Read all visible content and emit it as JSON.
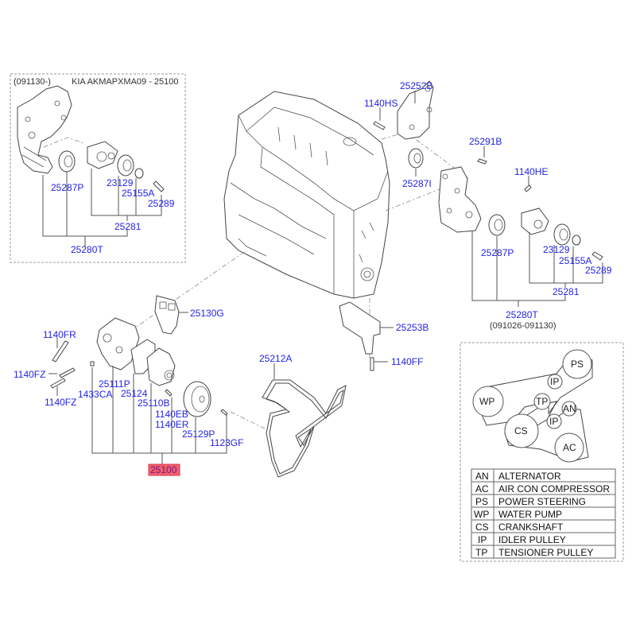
{
  "inset_top_left": {
    "date_note": "(091130-)",
    "model_note": "KIA AKMAPXMA09 - 25100",
    "labels": {
      "p25287P": "25287P",
      "p23129": "23129",
      "p25155A": "25155A",
      "p25289": "25289",
      "p25281": "25281",
      "p25280T": "25280T"
    }
  },
  "upper_right": {
    "labels": {
      "p25252B": "25252B",
      "p1140HS": "1140HS",
      "p25291B": "25291B",
      "p25287I": "25287I",
      "p1140HE": "1140HE",
      "p25287P": "25287P",
      "p23129": "23129",
      "p25155A": "25155A",
      "p25289": "25289",
      "p25281": "25281",
      "p25280T": "25280T"
    },
    "date_note": "(091026-091130)"
  },
  "bracket_group": {
    "p25253B": "25253B",
    "p1140FF": "1140FF"
  },
  "water_pump_group": {
    "p25130G": "25130G",
    "p1140FR": "1140FR",
    "p1140FZ_a": "1140FZ",
    "p1140FZ_b": "1140FZ",
    "p1433CA": "1433CA",
    "p25111P": "25111P",
    "p25124": "25124",
    "p25110B": "25110B",
    "p1140EB": "1140EB",
    "p1140ER": "1140ER",
    "p25129P": "25129P",
    "p1123GF": "1123GF",
    "assembly": "25100"
  },
  "belt": {
    "p25212A": "25212A"
  },
  "belt_routing": {
    "pulleys": [
      "PS",
      "IP",
      "WP",
      "TP",
      "AN",
      "IP",
      "CS",
      "AC"
    ],
    "legend": [
      {
        "code": "AN",
        "name": "ALTERNATOR"
      },
      {
        "code": "AC",
        "name": "AIR CON COMPRESSOR"
      },
      {
        "code": "PS",
        "name": "POWER STEERING"
      },
      {
        "code": "WP",
        "name": "WATER PUMP"
      },
      {
        "code": "CS",
        "name": "CRANKSHAFT"
      },
      {
        "code": "IP",
        "name": "IDLER PULLEY"
      },
      {
        "code": "TP",
        "name": "TENSIONER PULLEY"
      }
    ]
  },
  "colors": {
    "part_label": "#2323e6",
    "highlight": "#f45d6e"
  }
}
